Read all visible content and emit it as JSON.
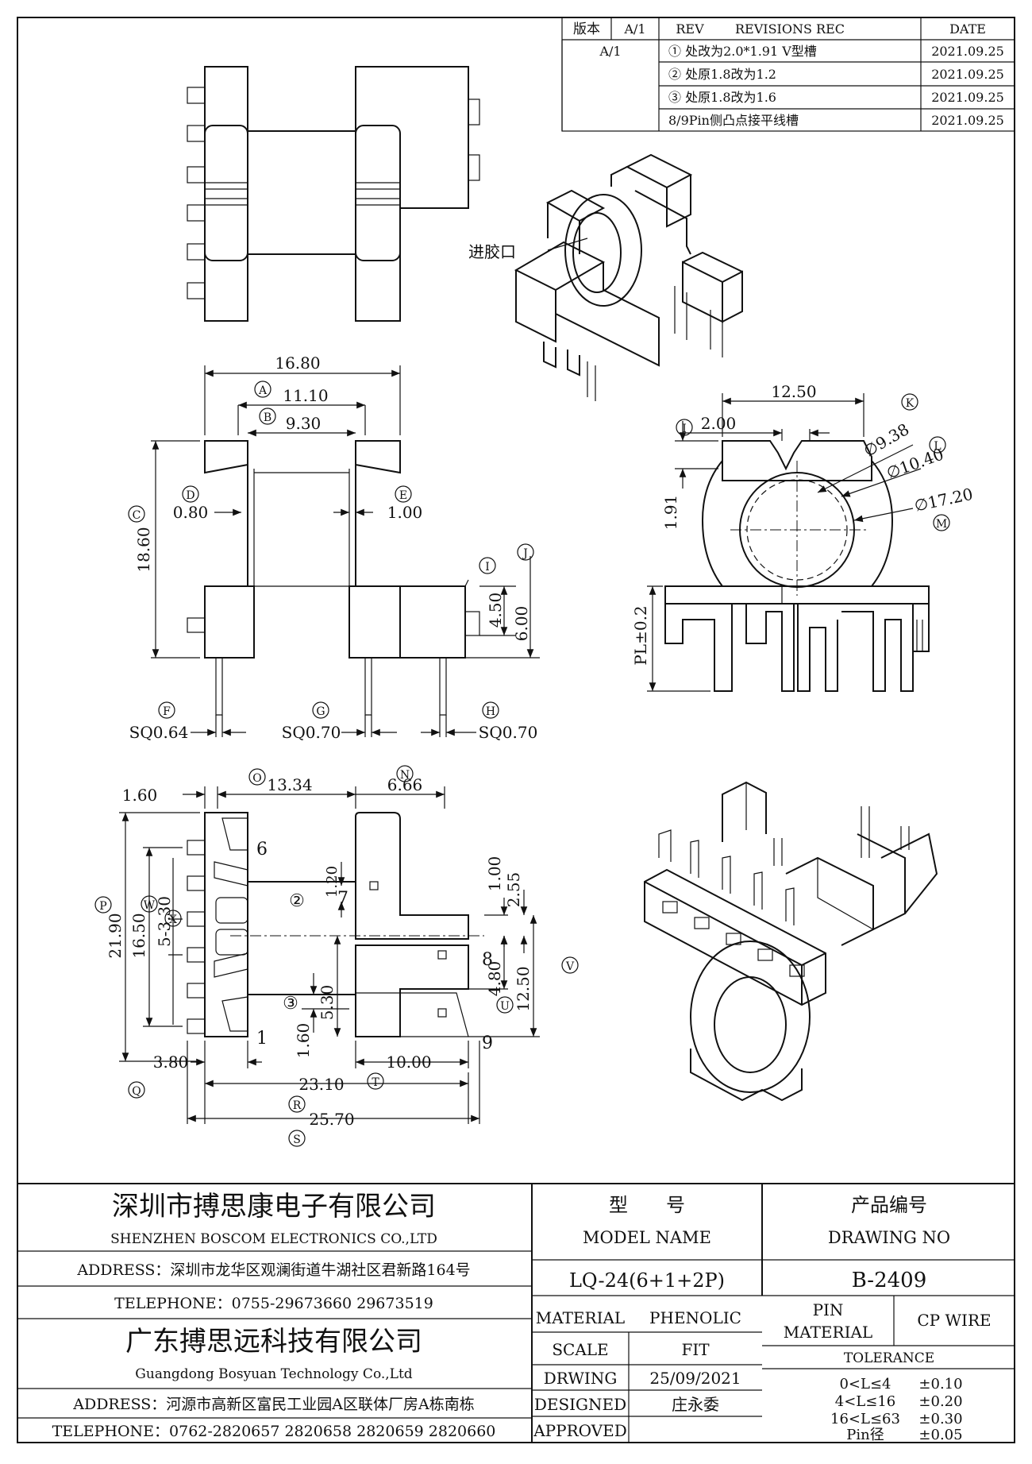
{
  "revisions": {
    "header": {
      "edition_label": "版本",
      "edition_value": "A/1",
      "rev": "REV",
      "rec": "REVISIONS REC",
      "date": "DATE"
    },
    "rows": [
      {
        "rev": "A/1",
        "text": "① 处改为2.0*1.91 V型槽",
        "date": "2021.09.25"
      },
      {
        "rev": "",
        "text": "② 处原1.8改为1.2",
        "date": "2021.09.25"
      },
      {
        "rev": "",
        "text": "③ 处原1.8改为1.6",
        "date": "2021.09.25"
      },
      {
        "rev": "",
        "text": "8/9Pin侧凸点接平线槽",
        "date": "2021.09.25"
      }
    ]
  },
  "annotations": {
    "gate": "进胶口"
  },
  "front_view": {
    "dims": {
      "d1680": "16.80",
      "d1110": "11.10",
      "d930": "9.30",
      "d1860": "18.60",
      "d080": "0.80",
      "d100": "1.00",
      "d450": "4.50",
      "d600": "6.00",
      "sq064": "SQ0.64",
      "sq070a": "SQ0.70",
      "sq070b": "SQ0.70"
    },
    "tags": {
      "A": "A",
      "B": "B",
      "C": "C",
      "D": "D",
      "E": "E",
      "F": "F",
      "G": "G",
      "H": "H",
      "I": "I",
      "J": "J"
    }
  },
  "side_view": {
    "dims": {
      "d1250": "12.50",
      "d200": "2.00",
      "d191": "1.91",
      "d938": "∅9.38",
      "d1040": "∅10.40",
      "d1720": "∅17.20",
      "pl": "PL±0.2"
    },
    "tags": {
      "I": "I",
      "K": "K",
      "L": "L",
      "M": "M"
    }
  },
  "bottom_view": {
    "dims": {
      "d160": "1.60",
      "d1334": "13.34",
      "d666": "6.66",
      "d120": "1.20",
      "d100": "1.00",
      "d255": "2.55",
      "d2190": "21.90",
      "d1650": "16.50",
      "d530x": "5-3.30",
      "d480": "4.80",
      "d1250": "12.50",
      "d160b": "1.60",
      "d530": "5.30",
      "d380": "3.80",
      "d1000": "10.00",
      "d2310": "23.10",
      "d2570": "25.70"
    },
    "pins": {
      "p6": "6",
      "p7": "7",
      "p8": "8",
      "p1": "1",
      "p9": "9"
    },
    "tags": {
      "O": "O",
      "N": "N",
      "P": "P",
      "W": "W",
      "X": "X",
      "U": "U",
      "V": "V",
      "Q": "Q",
      "R": "R",
      "S": "S",
      "T": "T",
      "c2": "②",
      "c3": "③"
    }
  },
  "title_block": {
    "company_cn": "深圳市搏思康电子有限公司",
    "company_en": "SHENZHEN BOSCOM ELECTRONICS CO.,LTD",
    "address1": "ADDRESS：深圳市龙华区观澜街道牛湖社区君新路164号",
    "telephone1": "TELEPHONE：0755-29673660 29673519",
    "company2_cn": "广东搏思远科技有限公司",
    "company2_en": "Guangdong Bosyuan Technology Co.,Ltd",
    "address2": "ADDRESS：河源市高新区富民工业园A区联体厂房A栋南栋",
    "telephone2": "TELEPHONE：0762-2820657 2820658 2820659 2820660",
    "model_label_cn": "型　　号",
    "model_label_en": "MODEL NAME",
    "model_value": "LQ-24(6+1+2P)",
    "drawing_label_cn": "产品编号",
    "drawing_label_en": "DRAWING NO",
    "drawing_value": "B-2409",
    "material_label": "MATERIAL",
    "material_value": "PHENOLIC",
    "scale_label": "SCALE",
    "scale_value": "FIT",
    "drawing_date_label": "DRWING",
    "drawing_date_value": "25/09/2021",
    "designed_label": "DESIGNED",
    "designed_value": "庄永委",
    "approved_label": "APPROVED",
    "approved_value": "",
    "pin_material_label1": "PIN",
    "pin_material_label2": "MATERIAL",
    "pin_material_value": "CP WIRE",
    "tolerance_label": "TOLERANCE",
    "tolerances": [
      {
        "range": "0<L≤4",
        "value": "±0.10"
      },
      {
        "range": "4<L≤16",
        "value": "±0.20"
      },
      {
        "range": "16<L≤63",
        "value": "±0.30"
      },
      {
        "range": "Pin径",
        "value": "±0.05"
      }
    ]
  }
}
